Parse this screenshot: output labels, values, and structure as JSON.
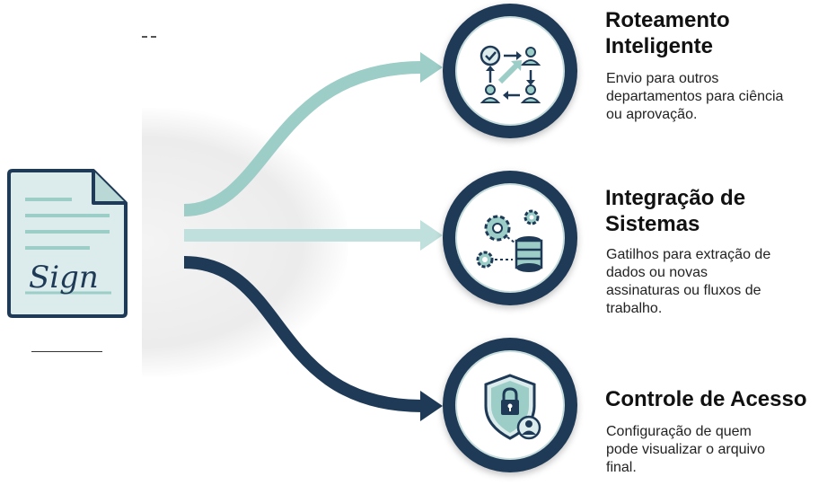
{
  "colors": {
    "navy": "#1e3a56",
    "teal": "#9ccdc7",
    "teal_light": "#bfe0dc",
    "doc_fill": "#dcecec"
  },
  "document": {
    "icon": "signed-document-icon",
    "signature_text": "Sign"
  },
  "flows": [
    {
      "color": "teal",
      "target": "routing"
    },
    {
      "color": "teal",
      "target": "integration"
    },
    {
      "color": "navy",
      "target": "access"
    }
  ],
  "items": [
    {
      "id": "routing",
      "icon": "workflow-routing-icon",
      "title": "Roteamento\nInteligente",
      "description": "Envio para outros\ndepartamentos para ciência\nou aprovação."
    },
    {
      "id": "integration",
      "icon": "gears-database-icon",
      "title": "Integração de\nSistemas",
      "description": "Gatilhos para extração de\ndados ou novas\nassinaturas ou fluxos de\ntrabalho."
    },
    {
      "id": "access",
      "icon": "shield-lock-user-icon",
      "title": "Controle de Acesso",
      "description": "Configuração de quem\npode visualizar o arquivo\nfinal."
    }
  ]
}
